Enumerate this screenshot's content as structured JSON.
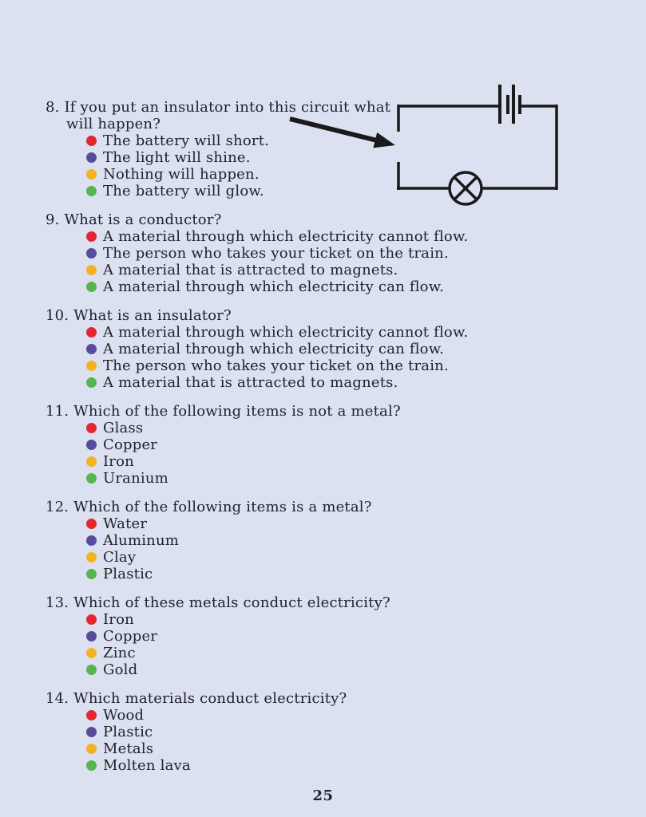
{
  "page": {
    "number": "25"
  },
  "colors": {
    "background": "#dce1f1",
    "text": "#20222b",
    "line": "#1a1a1a",
    "bullet_red": "#e4262f",
    "bullet_purple": "#574b9e",
    "bullet_yellow": "#f4b223",
    "bullet_green": "#56b54c"
  },
  "diagram": {
    "icons": [
      "battery-icon",
      "lamp-icon",
      "open-circuit-gap",
      "arrow-icon"
    ]
  },
  "questions": [
    {
      "number": "8.",
      "text": "If you put an insulator into this circuit what will happen?",
      "options": [
        "The battery will short.",
        "The light will shine.",
        "Nothing will happen.",
        "The battery will glow."
      ]
    },
    {
      "number": "9.",
      "text": "What is a conductor?",
      "options": [
        "A material through which electricity cannot flow.",
        "The person who takes your ticket on the train.",
        "A material that is attracted to magnets.",
        "A material through which electricity can flow."
      ]
    },
    {
      "number": "10.",
      "text": "What is an insulator?",
      "options": [
        "A material through which electricity cannot flow.",
        "A material through which electricity can flow.",
        "The person who takes your ticket on the train.",
        "A material that is attracted to magnets."
      ]
    },
    {
      "number": "11.",
      "text": "Which of the following items is not a metal?",
      "options": [
        "Glass",
        "Copper",
        "Iron",
        "Uranium"
      ]
    },
    {
      "number": "12.",
      "text": "Which of the following items is a metal?",
      "options": [
        "Water",
        "Aluminum",
        "Clay",
        "Plastic"
      ]
    },
    {
      "number": "13.",
      "text": "Which of these metals conduct electricity?",
      "options": [
        "Iron",
        "Copper",
        "Zinc",
        "Gold"
      ]
    },
    {
      "number": "14.",
      "text": "Which materials conduct electricity?",
      "options": [
        "Wood",
        "Plastic",
        "Metals",
        "Molten lava"
      ]
    }
  ]
}
